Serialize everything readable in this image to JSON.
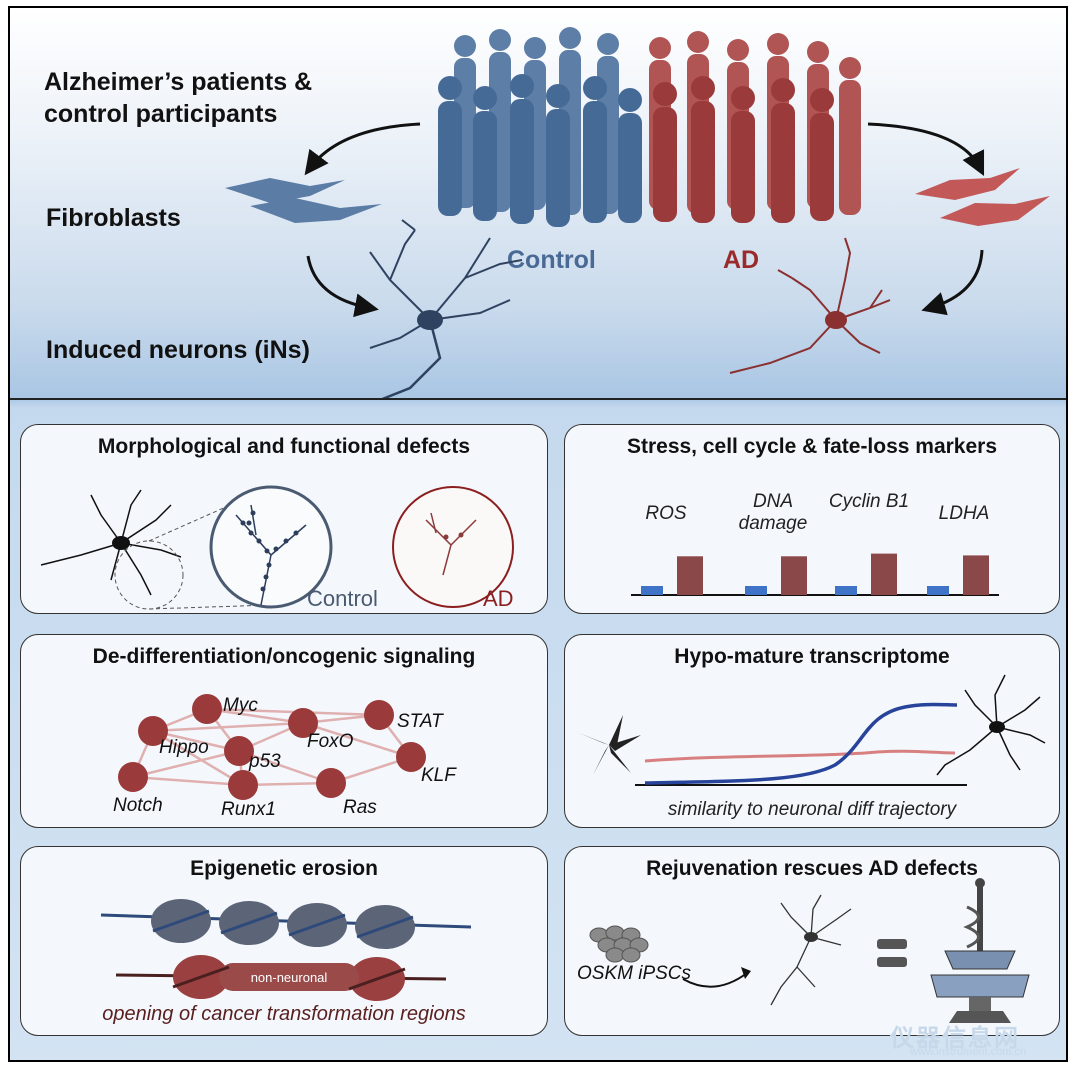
{
  "header": {
    "patients_line1": "Alzheimer’s patients &",
    "patients_line2": "control participants",
    "fibroblasts": "Fibroblasts",
    "induced_neurons": "Induced neurons (iNs)",
    "control_label": "Control",
    "ad_label": "AD"
  },
  "colors": {
    "control": "#4a6a96",
    "ad": "#9b3a3a",
    "ad_bar": "#8b4848",
    "control_bar": "#3f73c8",
    "panel_bg": "#f4f8fc"
  },
  "panels": {
    "morphological": {
      "title": "Morphological and functional defects",
      "control_label": "Control",
      "ad_label": "AD"
    },
    "stress": {
      "title": "Stress, cell cycle & fate-loss markers",
      "markers": [
        "ROS",
        "DNA damage",
        "Cyclin B1",
        "LDHA"
      ]
    },
    "dedifferentiation": {
      "title": "De-differentiation/oncogenic signaling",
      "nodes": [
        "Myc",
        "STAT",
        "Hippo",
        "FoxO",
        "p53",
        "KLF",
        "Notch",
        "Runx1",
        "Ras"
      ]
    },
    "hypomature": {
      "title": "Hypo-mature transcriptome",
      "caption": "similarity to neuronal diff trajectory"
    },
    "epigenetic": {
      "title": "Epigenetic erosion",
      "non_neuronal": "non-neuronal",
      "caption": "opening of cancer transformation regions"
    },
    "rejuvenation": {
      "title": "Rejuvenation rescues AD defects",
      "ipsc_label": "OSKM iPSCs"
    }
  },
  "chart_data": {
    "type": "bar",
    "categories": [
      "ROS",
      "DNA damage",
      "Cyclin B1",
      "LDHA"
    ],
    "series": [
      {
        "values": [
          1,
          1,
          1,
          1
        ]
      },
      {
        "values": [
          4.3,
          4.3,
          4.6,
          4.4
        ]
      }
    ]
  },
  "watermark": {
    "text": "仪器信息网",
    "url": "www.instrument.com.cn"
  }
}
